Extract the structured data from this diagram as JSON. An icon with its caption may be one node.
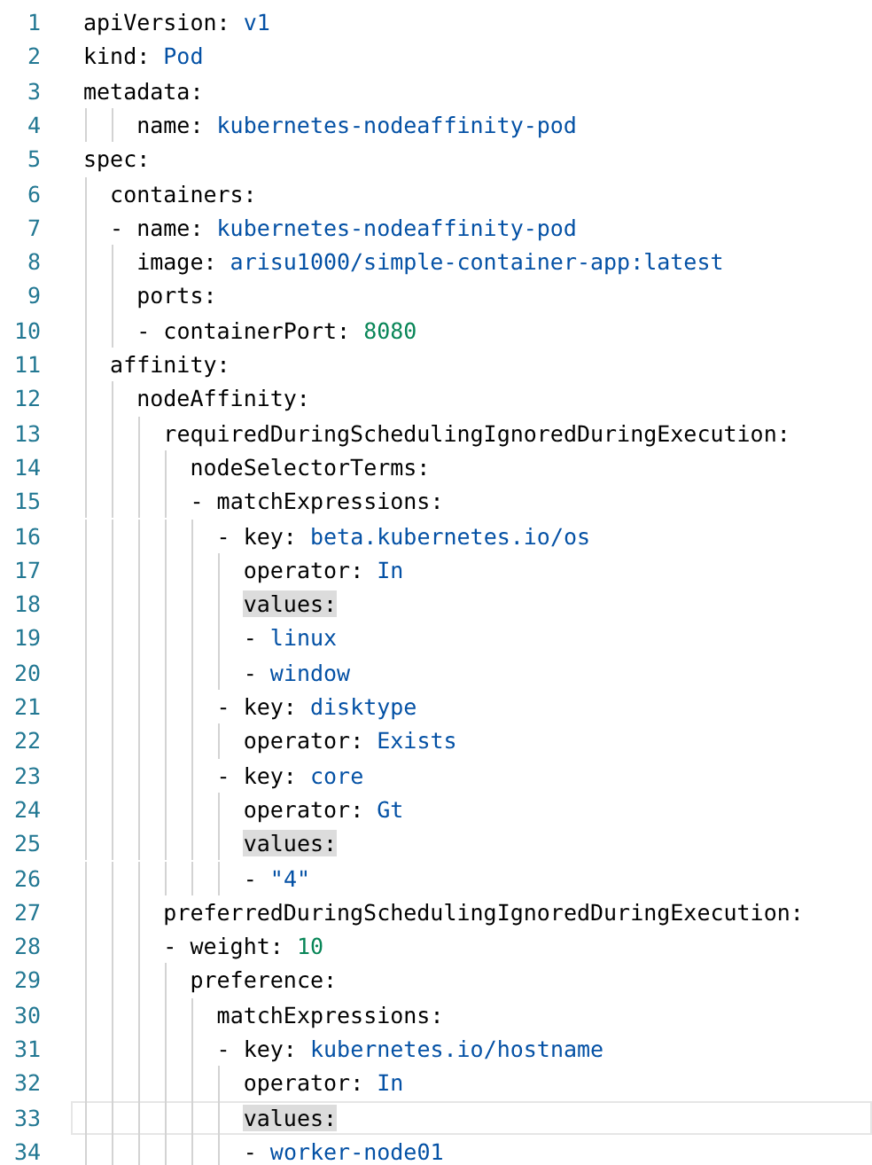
{
  "diagram": {
    "labels": [
      "1",
      "apiVersion: v1",
      "2",
      "kind: Pod",
      "3",
      "metadata:",
      "4",
      "name: kubernetes-nodeaffinity-pod",
      "5",
      "spec:",
      "6",
      "containers:",
      "7",
      "- name: kubernetes-nodeaffinity-pod",
      "8",
      "image: arisu1000/simple-container-app:latest",
      "9",
      "ports:",
      "10",
      "- containerPort: 8080",
      "11",
      "affinity:",
      "12",
      "nodeAffinity:",
      "13",
      "requiredDuringSchedulingIgnoredDuringExecution:",
      "14",
      "nodeSelectorTerms:",
      "15",
      "- matchExpressions:",
      "16",
      "- key: beta.kubernetes.io/os",
      "17",
      "operator: In",
      "18",
      "values:",
      "19",
      "- linux",
      "20",
      "- window",
      "21",
      "- key: disktype",
      "22",
      "operator: Exists",
      "23",
      "- key: core",
      "24",
      "operator: Gt",
      "25",
      "values:",
      "26",
      "- \"4\"",
      "27",
      "preferredDuringSchedulingIgnoredDuringExecution:",
      "28",
      "- weight: 10",
      "29",
      "preference:",
      "30",
      "matchExpressions:",
      "31",
      "- key: kubernetes.io/hostname",
      "32",
      "operator: In",
      "33",
      "values:",
      "34",
      "- worker-node01"
    ]
  }
}
